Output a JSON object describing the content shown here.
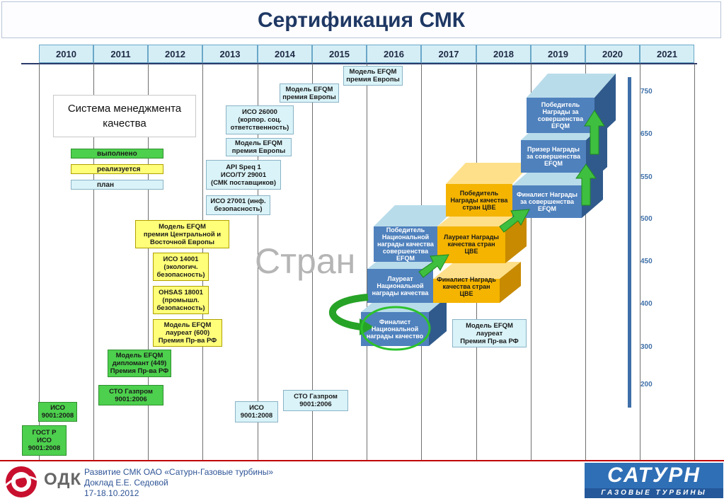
{
  "title": "Сертификация СМК",
  "years": [
    "2010",
    "2011",
    "2012",
    "2013",
    "2014",
    "2015",
    "2016",
    "2017",
    "2018",
    "2019",
    "2020",
    "2021"
  ],
  "legend": {
    "title": "Система менеджмента качества",
    "done": "выполнено",
    "in_progress": "реализуется",
    "plan": "план"
  },
  "colors": {
    "done": "#4dd04d",
    "in_progress": "#ffff7a",
    "plan": "#d9f3f8",
    "accent": "#2f6fb5"
  },
  "watermark": "Стран",
  "boxes": {
    "gost": "ГОСТ Р\nИСО\n9001:2008",
    "iso2008_2010": "ИСО\n9001:2008",
    "sto_gazprom_2011": "СТО Газпром\n9001:2006",
    "efqm_diploma": "Модель EFQM\nдипломант (449)\nПремия Пр-ва РФ",
    "efqm_laureate600": "Модель EFQM\nлауреат (600)\nПремия Пр-ва РФ",
    "ohsas": "OHSAS 18001\n(промышл.\nбезопасность)",
    "iso14001": "ИСО 14001\n(экологич.\nбезопасность)",
    "efqm_central": "Модель EFQM\nпремия Центральной и\nВосточной Европы",
    "iso27001": "ИСО 27001 (инф.\nбезопасность)",
    "api": "API Speq 1\nИСО/ТУ 29001\n(СМК поставщиков)",
    "efqm_europe_2013": "Модель EFQM\nпремия Европы",
    "iso26000": "ИСО 26000\n(корпор. соц.\nответственность)",
    "efqm_europe_2014": "Модель EFQM\nпремия Европы",
    "efqm_europe_2015": "Модель EFQM\nпремия Европы",
    "iso2008_2014": "ИСО\n9001:2008",
    "sto_gazprom_2015": "СТО Газпром\n9001:2006",
    "efqm_laureate_2018": "Модель EFQM\nлауреат\nПремия Пр-ва РФ"
  },
  "cubes": {
    "national_finalist": "Финалист\nНациональной\nнаграды качество",
    "national_laureate": "Лауреат\nНациональной\nнаграды качества",
    "national_winner": "Победитель\nНациональной\nнаграды качества\nсовершенства\nEFQM",
    "cee_finalist": "Финалист Наградь\nкачества стран\nЦВЕ",
    "cee_laureate": "Лауреат Награды\nкачества стран\nЦВЕ",
    "cee_winner": "Победитель\nНаграды качества\nстран ЦВЕ",
    "efqm_finalist": "Финалист Награды\nза совершенства\nEFQM",
    "efqm_prize": "Призер Награды\nза совершенства\nEFQM",
    "efqm_winner": "Победитель\nНаграды за\nсовершенства\nEFQM"
  },
  "scale": [
    "750",
    "650",
    "550",
    "500",
    "450",
    "400",
    "300",
    "200"
  ],
  "footer": {
    "line1": "Развитие СМК ОАО «Сатурн-Газовые турбины»",
    "line2": "Доклад Е.Е. Седовой",
    "line3": "17-18.10.2012"
  },
  "logos": {
    "odk": "ОДК",
    "saturn": "САТУРН",
    "saturn_sub": "ГАЗОВЫЕ ТУРБИНЫ"
  }
}
